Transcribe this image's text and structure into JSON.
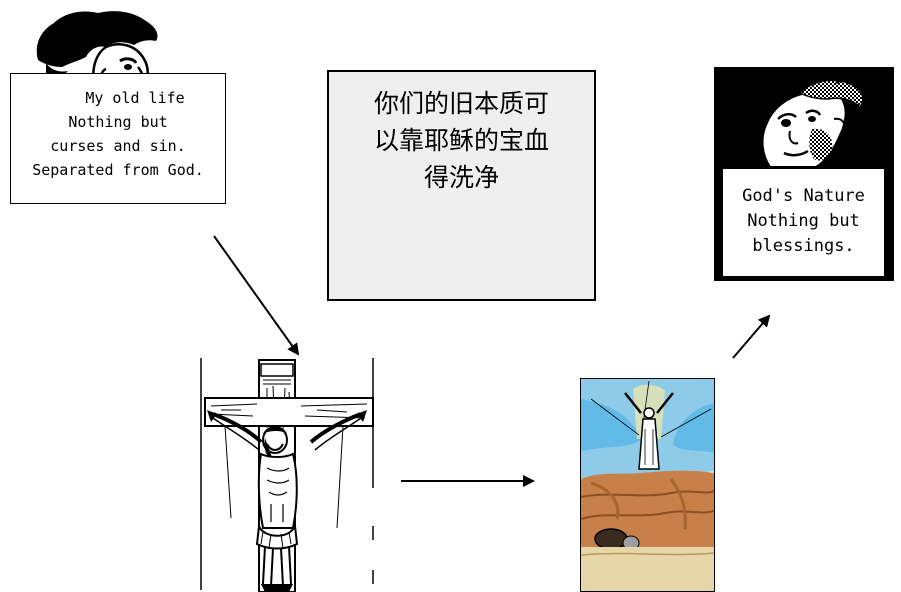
{
  "old_life": {
    "lines": [
      "My old life",
      "Nothing but",
      "curses and sin.",
      "Separated from God."
    ]
  },
  "center_text": {
    "lines": [
      "你们的旧本质可",
      "以靠耶稣的宝血",
      "得洗净"
    ]
  },
  "gods_nature": {
    "lines": [
      "God's Nature",
      "Nothing but",
      "blessings."
    ]
  },
  "colors": {
    "center_box_bg": "#efefef",
    "sky_blue": "#5ab7e6",
    "earth_brown": "#c8804a",
    "sand": "#e6d6a8"
  },
  "icons": [
    "man-head-icon",
    "man-looking-up-icon",
    "crucifix-icon",
    "resurrection-icon"
  ]
}
